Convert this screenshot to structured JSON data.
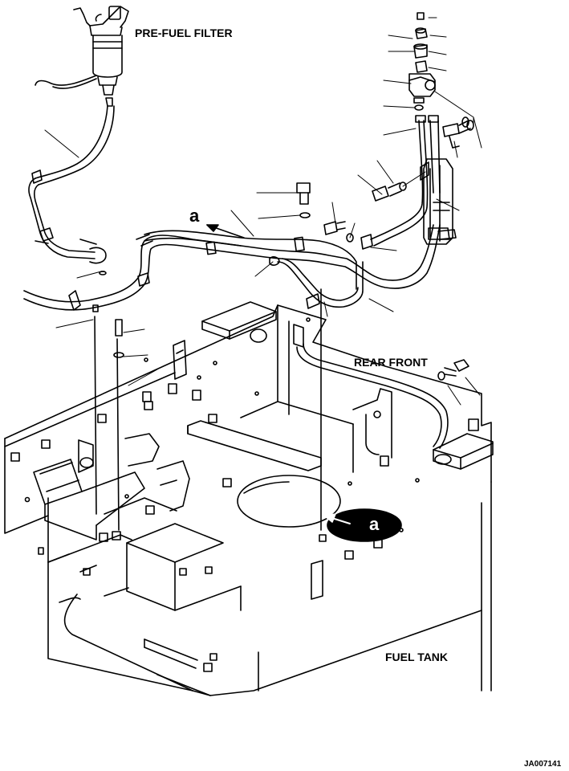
{
  "labels": {
    "pre_fuel_filter": "PRE-FUEL FILTER",
    "rear_front": "REAR FRONT",
    "fuel_tank": "FUEL TANK",
    "view_a_top": "a",
    "view_a_bottom": "a",
    "drawing_code": "JA007141"
  },
  "colors": {
    "ink": "#000000",
    "paper": "#ffffff"
  }
}
